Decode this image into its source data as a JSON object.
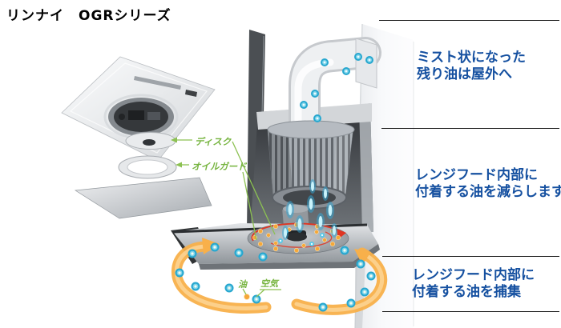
{
  "title": "リンナイ　OGRシリーズ",
  "callouts": [
    {
      "line1": "ミスト状になった",
      "line2": "残り油は屋外へ"
    },
    {
      "line1": "レンジフード内部に",
      "line2": "付着する油を減らします"
    },
    {
      "line1": "レンジフード内部に",
      "line2": "付着する油を捕集"
    }
  ],
  "part_labels": {
    "disk": "ディスク",
    "oil_guard": "オイルガード",
    "oil": "油",
    "air": "空気"
  },
  "colors": {
    "callout_text": "#1550a0",
    "label_green": "#76b43f",
    "airflow_orange": "#f8b04a",
    "mist_cyan": "#2fb3da",
    "oil_dot_orange": "#f5a738",
    "spiral_red": "#e03522",
    "separator": "#1a1a1a"
  }
}
